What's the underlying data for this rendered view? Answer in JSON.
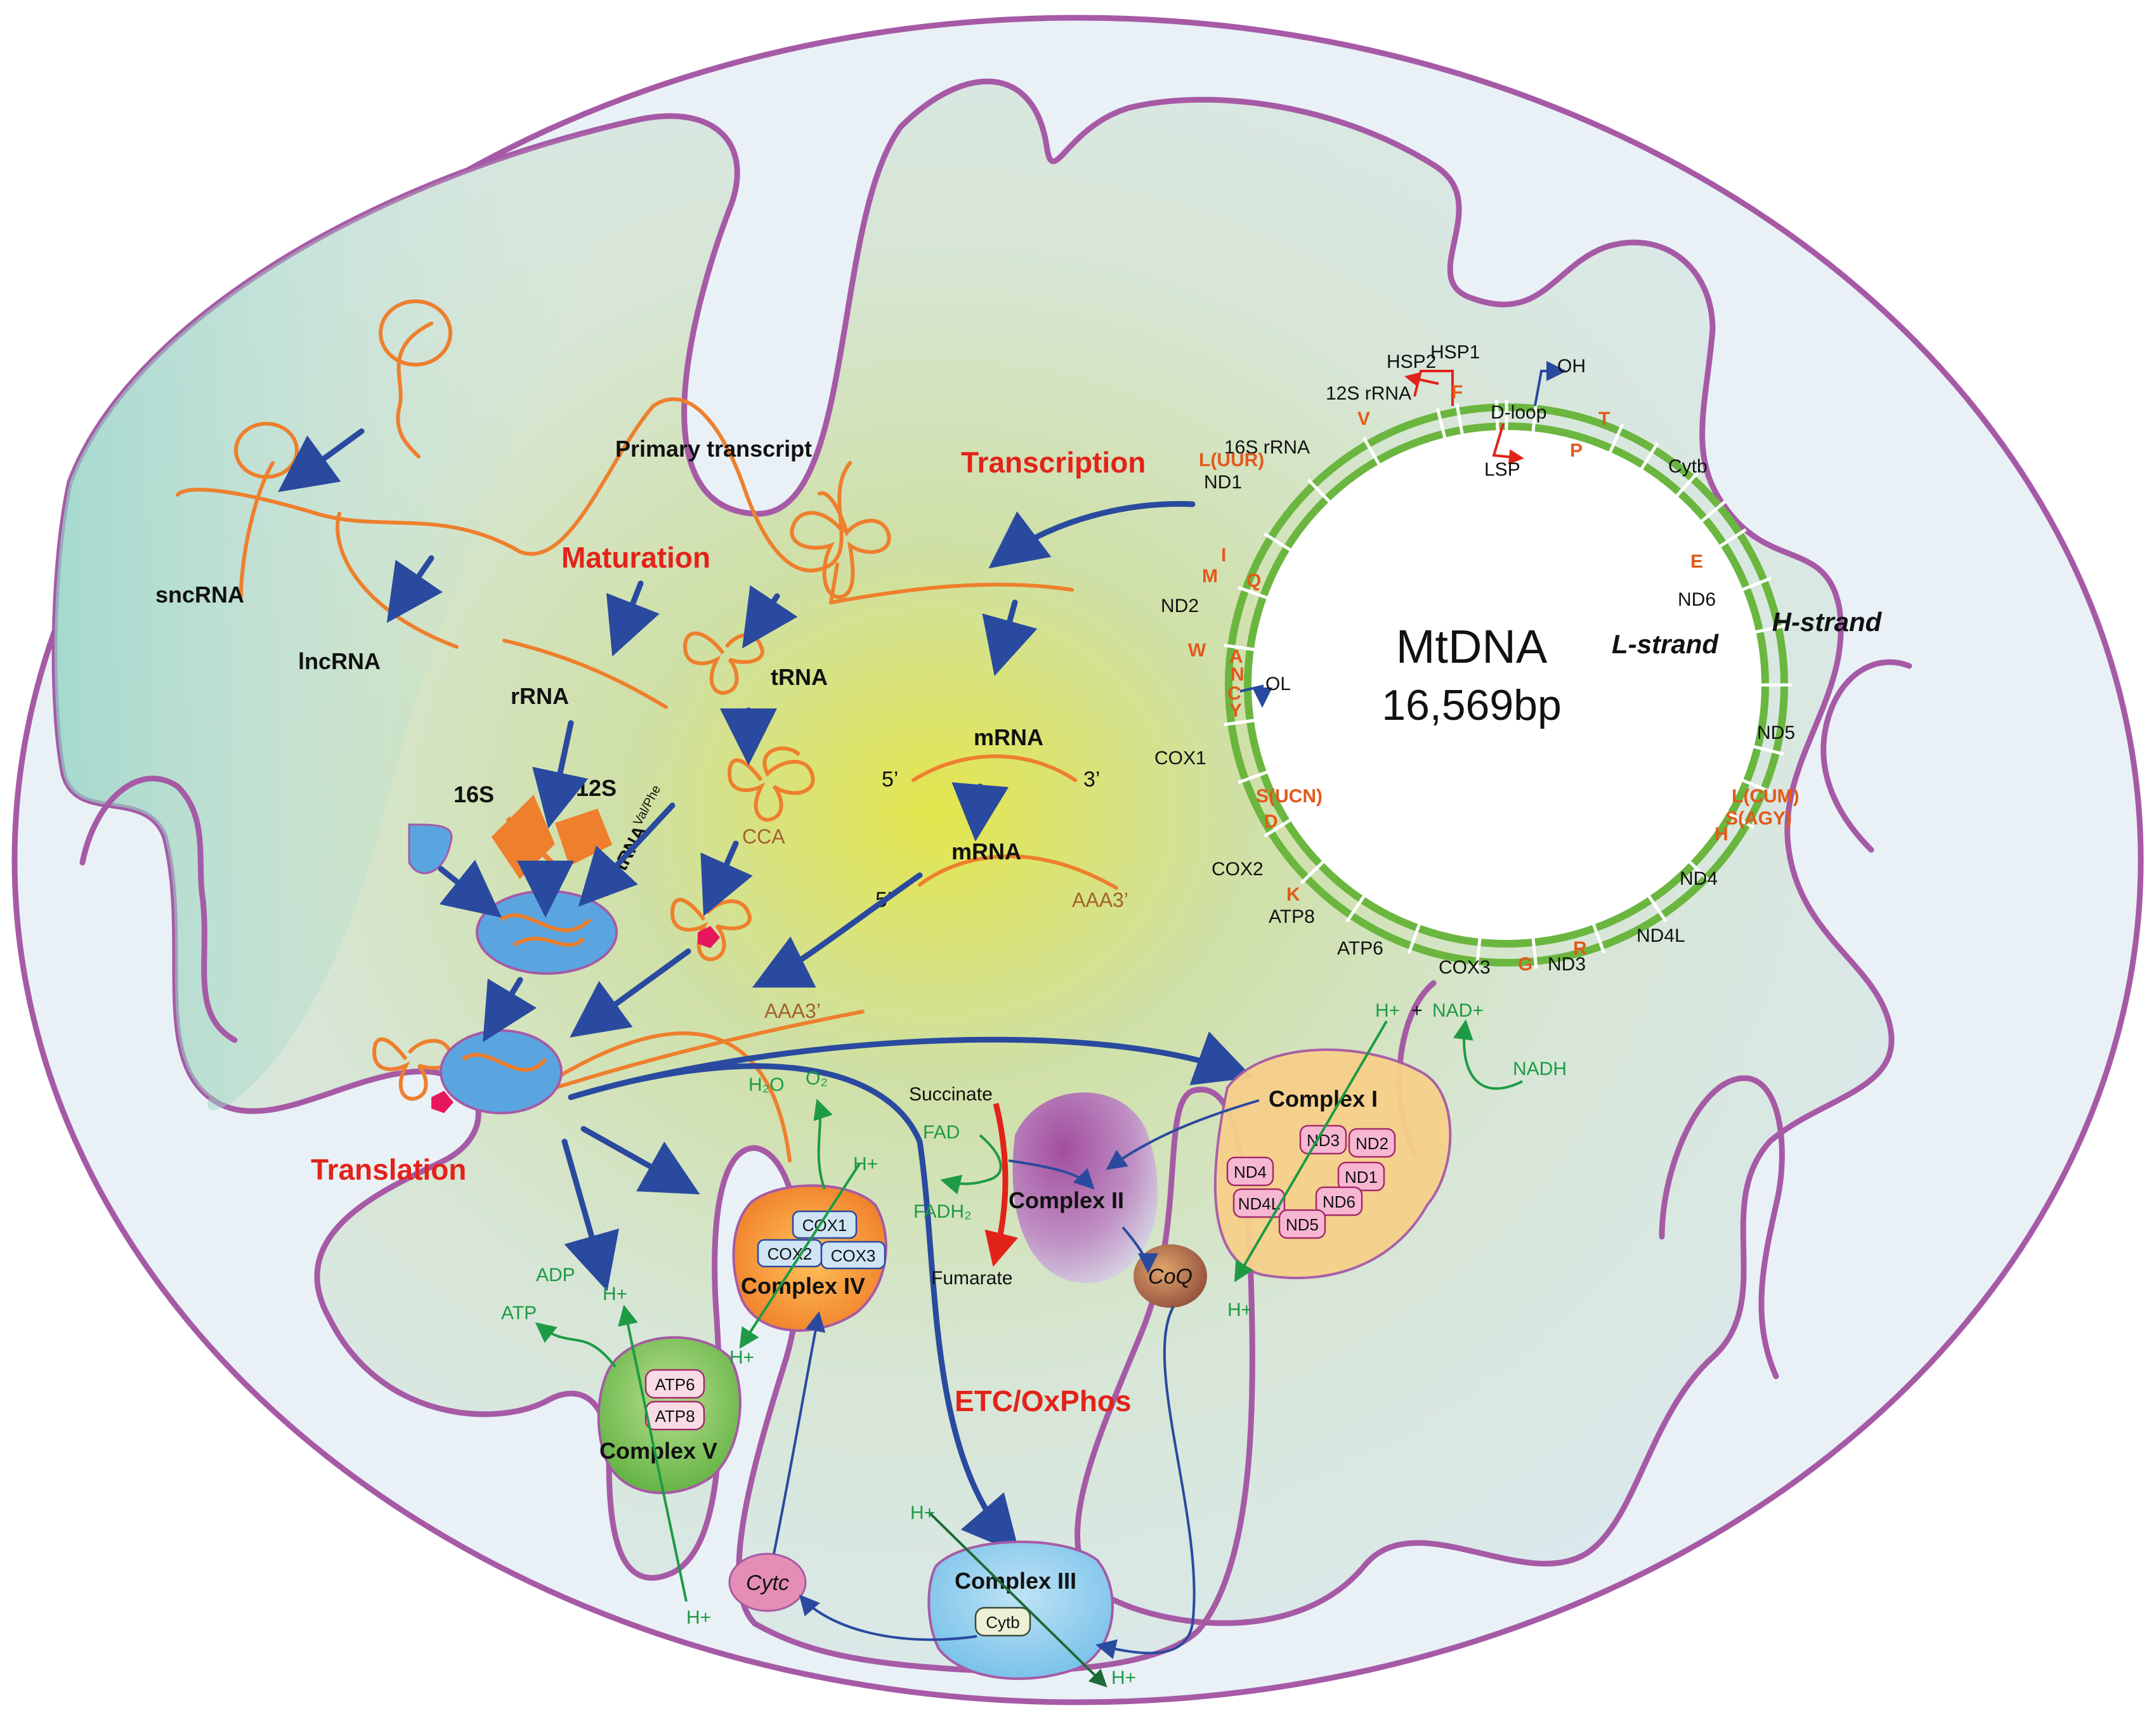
{
  "mtdna": {
    "title": "MtDNA",
    "size": "16,569bp",
    "l_strand": "L-strand",
    "h_strand": "H-strand"
  },
  "genes": {
    "hsp2": "HSP2",
    "hsp1": "HSP1",
    "oh": "OH",
    "dloop": "D-loop",
    "lsp": "LSP",
    "rrna12s": "12S rRNA",
    "rrna16s": "16S rRNA",
    "nd1": "ND1",
    "nd2": "ND2",
    "ol": "OL",
    "cox1": "COX1",
    "cox2": "COX2",
    "atp8": "ATP8",
    "atp6": "ATP6",
    "cox3": "COX3",
    "nd3": "ND3",
    "nd4l": "ND4L",
    "nd4": "ND4",
    "nd5": "ND5",
    "nd6": "ND6",
    "cytb": "Cytb"
  },
  "trna": {
    "v": "V",
    "f": "F",
    "t": "T",
    "p": "P",
    "luur": "L(UUR)",
    "i": "I",
    "m": "M",
    "q": "Q",
    "w": "W",
    "a": "A",
    "n": "N",
    "c": "C",
    "y": "Y",
    "sucn": "S(UCN)",
    "d": "D",
    "k": "K",
    "g": "G",
    "r": "R",
    "e": "E",
    "lcum": "L(CUM)",
    "sagy": "S(AGY)",
    "h": "H"
  },
  "sections": {
    "transcription": "Transcription",
    "maturation": "Maturation",
    "translation": "Translation",
    "etc": "ETC/OxPhos"
  },
  "rna": {
    "primary": "Primary transcript",
    "sncrna": "sncRNA",
    "lncrna": "lncRNA",
    "rrna": "rRNA",
    "trna": "tRNA",
    "s16": "16S",
    "s12": "12S",
    "trnavp": "tRNA",
    "trnavp_sup": "Val/Phe",
    "cca": "CCA",
    "mrna1": "mRNA",
    "mrna2": "mRNA",
    "five1": "5’",
    "three1": "3’",
    "five2": "5’",
    "aaa1": "AAA3’",
    "aaa2": "AAA3’"
  },
  "complexes": {
    "c1": "Complex I",
    "c2": "Complex II",
    "c3": "Complex III",
    "c4": "Complex IV",
    "c5": "Complex V",
    "coq": "CoQ",
    "cytc": "Cytc"
  },
  "subunits": {
    "nd3": "ND3",
    "nd2": "ND2",
    "nd4": "ND4",
    "nd1": "ND1",
    "nd4l": "ND4L",
    "nd6": "ND6",
    "nd5": "ND5",
    "cox1": "COX1",
    "cox2": "COX2",
    "cox3": "COX3",
    "atp6": "ATP6",
    "atp8": "ATP8",
    "cytb": "Cytb"
  },
  "metabolites": {
    "hplus": "H+",
    "plus": "+",
    "nadplus": "NAD+",
    "nadh": "NADH",
    "succinate": "Succinate",
    "fumarate": "Fumarate",
    "fad": "FAD",
    "fadh2": "FADH₂",
    "h2o": "H₂O",
    "o2": "O₂",
    "adp": "ADP",
    "atp": "ATP"
  },
  "colors": {
    "membrane": "#a65aa6",
    "mtdna_ring": "#6ab63f",
    "rna": "#ee7f2d",
    "arrow_blue": "#2a4a9f",
    "arrow_green": "#1e9a45",
    "label_red": "#e2231a",
    "trna_orange": "#e25a1c"
  }
}
